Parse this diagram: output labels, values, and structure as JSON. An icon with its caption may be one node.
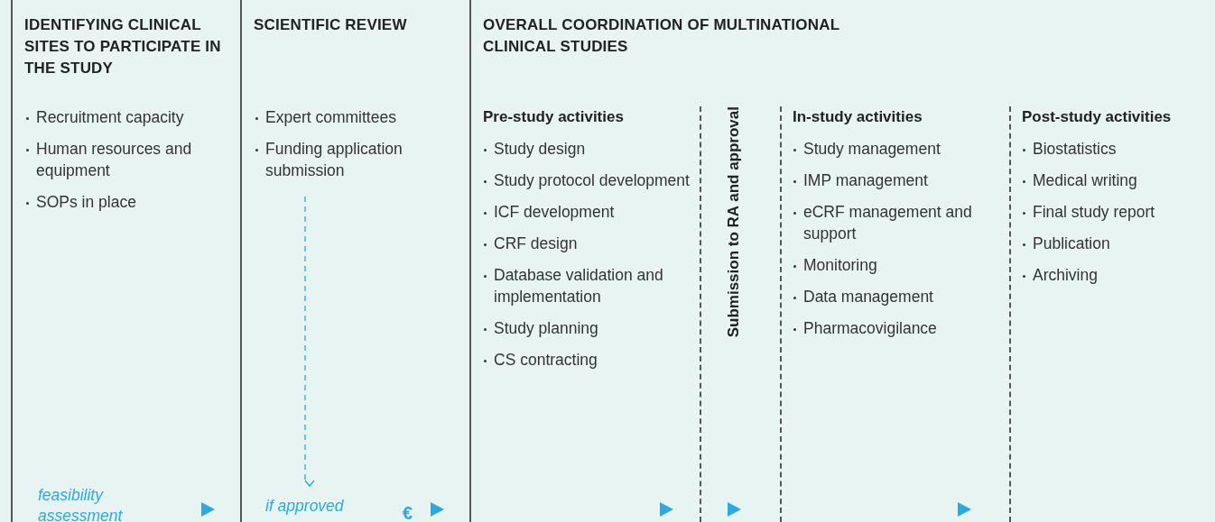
{
  "diagram": {
    "nodes": [
      {
        "text": [
          "IDENTIFYING CLINICAL SITES TO PARTICIPATE IN THE STUDY"
        ]
      },
      {
        "text": [
          "Recruitment capacity",
          "Human resources and equipment",
          "SOPs in place"
        ],
        "in": 0
      },
      {
        "text": [
          "feasibility assessment"
        ],
        "in": 0
      },
      {
        "text": [
          "SCIENTIFIC REVIEW"
        ]
      },
      {
        "text": [
          "Expert committees",
          "Funding application submission"
        ],
        "in": 3
      },
      {
        "text": [
          "if approved"
        ],
        "in": 3
      },
      {
        "text": [
          "OVERALL COORDINATION OF MULTINATIONAL CLINICAL STUDIES"
        ]
      },
      {
        "text": [
          "Pre-study activities",
          "Study design",
          "Study protocol development",
          "ICF development",
          "CRF design",
          "Database validation and implementation",
          "Study planning",
          "CS contracting"
        ],
        "in": 6
      },
      {
        "text": [
          "Submission to RA and approval"
        ],
        "in": 6
      },
      {
        "text": [
          "In-study activities",
          "Study management",
          "IMP management",
          "eCRF management and support",
          "Monitoring",
          "Data management",
          "Pharmacovigilance"
        ],
        "in": 6
      },
      {
        "text": [
          "Post-study activities",
          "Biostatistics",
          "Medical writing",
          "Final study report",
          "Publication",
          "Archiving"
        ],
        "in": 6
      }
    ],
    "edges": [
      {
        "from": 4,
        "to": 5,
        "arrow": "to",
        "style": "dashed",
        "color": "#29abe2"
      }
    ],
    "labels": [
      "€"
    ]
  }
}
